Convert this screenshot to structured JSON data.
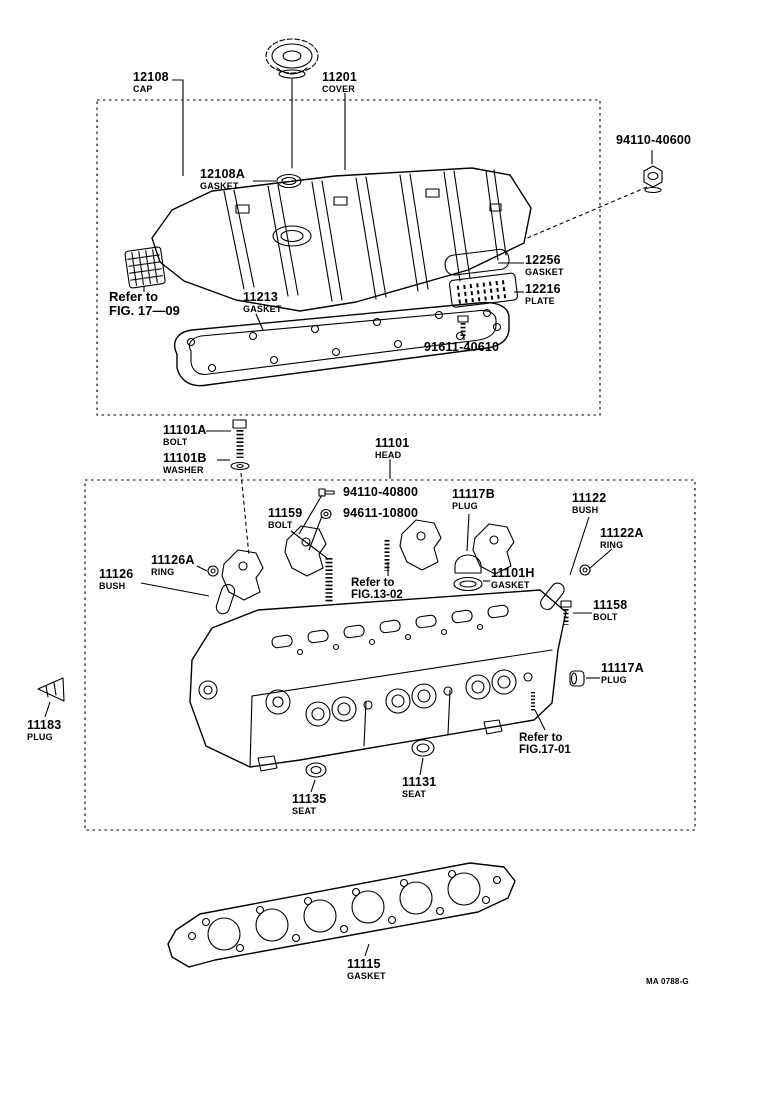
{
  "page": {
    "background": "#ffffff",
    "ink": "#000000",
    "footer_code": "MA 0788-G"
  },
  "parts": {
    "p12108": {
      "num": "12108",
      "name": "CAP"
    },
    "p11201": {
      "num": "11201",
      "name": "COVER"
    },
    "p94110_40600": {
      "num": "94110-40600"
    },
    "p12108A": {
      "num": "12108A",
      "name": "GASKET"
    },
    "p12256": {
      "num": "12256",
      "name": "GASKET"
    },
    "p12216": {
      "num": "12216",
      "name": "PLATE"
    },
    "p11213": {
      "num": "11213",
      "name": "GASKET"
    },
    "p91611_40610": {
      "num": "91611-40610"
    },
    "p11101A": {
      "num": "11101A",
      "name": "BOLT"
    },
    "p11101B": {
      "num": "11101B",
      "name": "WASHER"
    },
    "p11101": {
      "num": "11101",
      "name": "HEAD"
    },
    "p94110_40800": {
      "num": "94110-40800"
    },
    "p94611_10800": {
      "num": "94611-10800"
    },
    "p11117B": {
      "num": "11117B",
      "name": "PLUG"
    },
    "p11122": {
      "num": "11122",
      "name": "BUSH"
    },
    "p11122A": {
      "num": "11122A",
      "name": "RING"
    },
    "p11159": {
      "num": "11159",
      "name": "BOLT"
    },
    "p11126A": {
      "num": "11126A",
      "name": "RING"
    },
    "p11126": {
      "num": "11126",
      "name": "BUSH"
    },
    "p11101H": {
      "num": "11101H",
      "name": "GASKET"
    },
    "p11158": {
      "num": "11158",
      "name": "BOLT"
    },
    "p11117A": {
      "num": "11117A",
      "name": "PLUG"
    },
    "p11183": {
      "num": "11183",
      "name": "PLUG"
    },
    "p11131": {
      "num": "11131",
      "name": "SEAT"
    },
    "p11135": {
      "num": "11135",
      "name": "SEAT"
    },
    "p11115": {
      "num": "11115",
      "name": "GASKET"
    }
  },
  "references": {
    "fig17_09": {
      "line1": "Refer to",
      "line2": "FIG. 17—09"
    },
    "fig13_02": {
      "line1": "Refer to",
      "line2": "FIG.13-02"
    },
    "fig17_01": {
      "line1": "Refer to",
      "line2": "FIG.17-01"
    }
  }
}
